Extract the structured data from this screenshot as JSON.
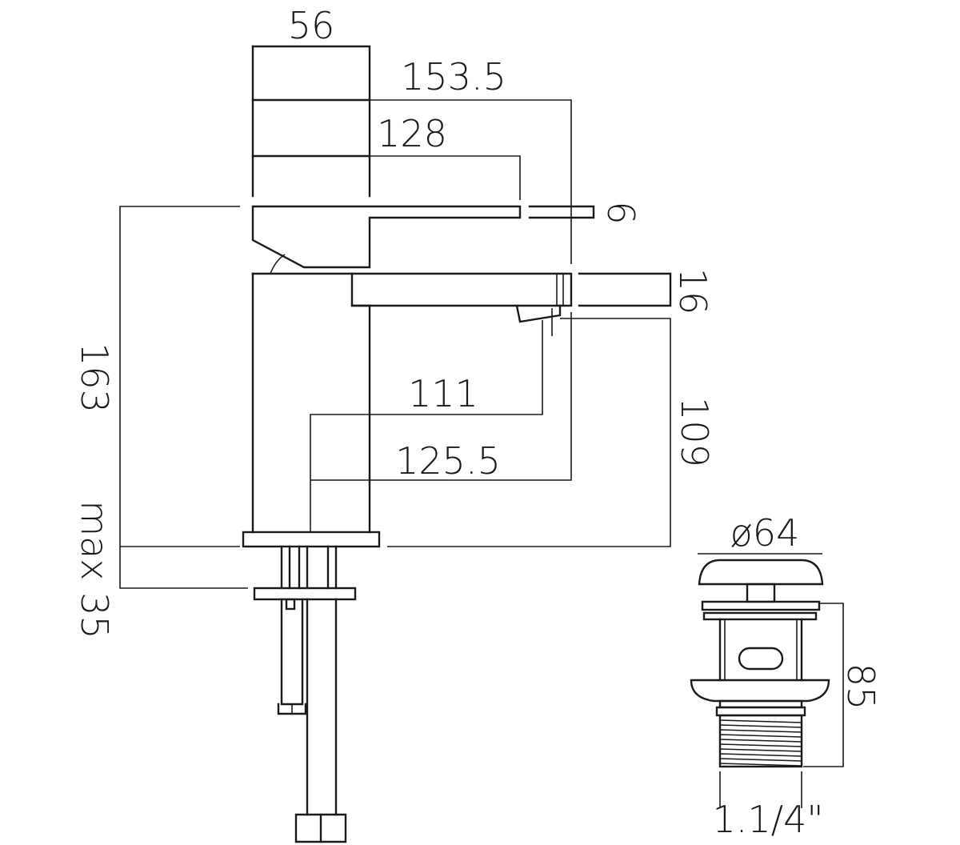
{
  "drawing": {
    "dimensions": {
      "body_width": "56",
      "spout_reach_total": "153.5",
      "lever_reach": "128",
      "lever_thickness": "6",
      "spout_thickness": "16",
      "height_total": "163",
      "outlet_reach": "111",
      "spout_reach": "125.5",
      "outlet_height": "109",
      "deck_thickness": "max 35",
      "waste_diameter": "ø64",
      "waste_height": "85",
      "waste_thread": "1.1/4\""
    }
  }
}
